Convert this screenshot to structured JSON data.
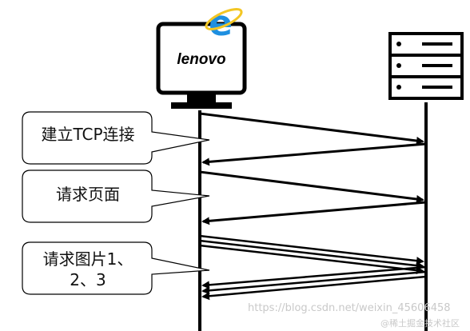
{
  "client": {
    "brand_label": "lenovo",
    "browser_icon": "ie-browser-icon"
  },
  "server": {
    "icon": "server-rack-icon",
    "units": 3
  },
  "callouts": [
    {
      "lines": [
        "建立TCP连接"
      ]
    },
    {
      "lines": [
        "请求页面"
      ]
    },
    {
      "lines": [
        "请求图片1、",
        "2、3"
      ]
    }
  ],
  "watermark": {
    "url_text": "https://blog.csdn.net/weixin_45606458",
    "site_text": "@稀土掘金技术社区"
  },
  "colors": {
    "stroke": "#000000",
    "ie_blue": "#1e8fe0",
    "ie_ring": "#f3c623",
    "watermark": "#c9c9c9"
  }
}
